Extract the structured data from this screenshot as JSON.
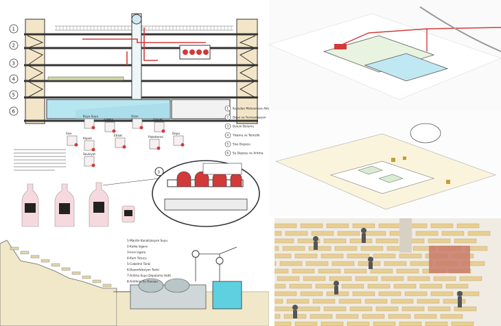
{
  "section": {
    "levels": [
      "1",
      "2",
      "3",
      "4",
      "5",
      "6"
    ],
    "legend": [
      {
        "num": "1",
        "text": "Kuyudan Mahzenlere Aktarim"
      },
      {
        "num": "2",
        "text": "Depo ve Fermentasyon"
      },
      {
        "num": "3",
        "text": "Dolum Bolumu"
      },
      {
        "num": "4",
        "text": "Yikama ve Temizlik"
      },
      {
        "num": "5",
        "text": "Sise Deposu"
      },
      {
        "num": "6",
        "text": "Su Deposu ve Aritma"
      }
    ],
    "process_nodes": [
      "Kuyu Suyu",
      "Aritma",
      "Ozon",
      "Dolum",
      "Sise",
      "Kapak",
      "Etiket",
      "Paketleme",
      "Depo",
      "Sevkiyat"
    ],
    "callout_number": "3",
    "colors": {
      "accent": "#d23a3a",
      "water": "#b8e6f0",
      "structure": "#333333",
      "light": "#f3e6c8"
    }
  },
  "water_legend": [
    "1-Mardin Kanalizasyon Suyu",
    "2-Kalka Isgara",
    "3-Ince Isgara",
    "4-Kum Tutucu",
    "5-Cokelme Tanki",
    "6-Dezenfeksiyon Tanki",
    "7-Aritma Suyu Depolama Hatti",
    "8-Aritilmis Su Havuzu"
  ],
  "iso1": {
    "accent": "#d23a3a",
    "pool": "#bfe8f2"
  },
  "iso2": {
    "pool_color": "#d9ecd2"
  },
  "photo": {
    "deck": "#e7cf95",
    "floor": "#f0ece4"
  }
}
